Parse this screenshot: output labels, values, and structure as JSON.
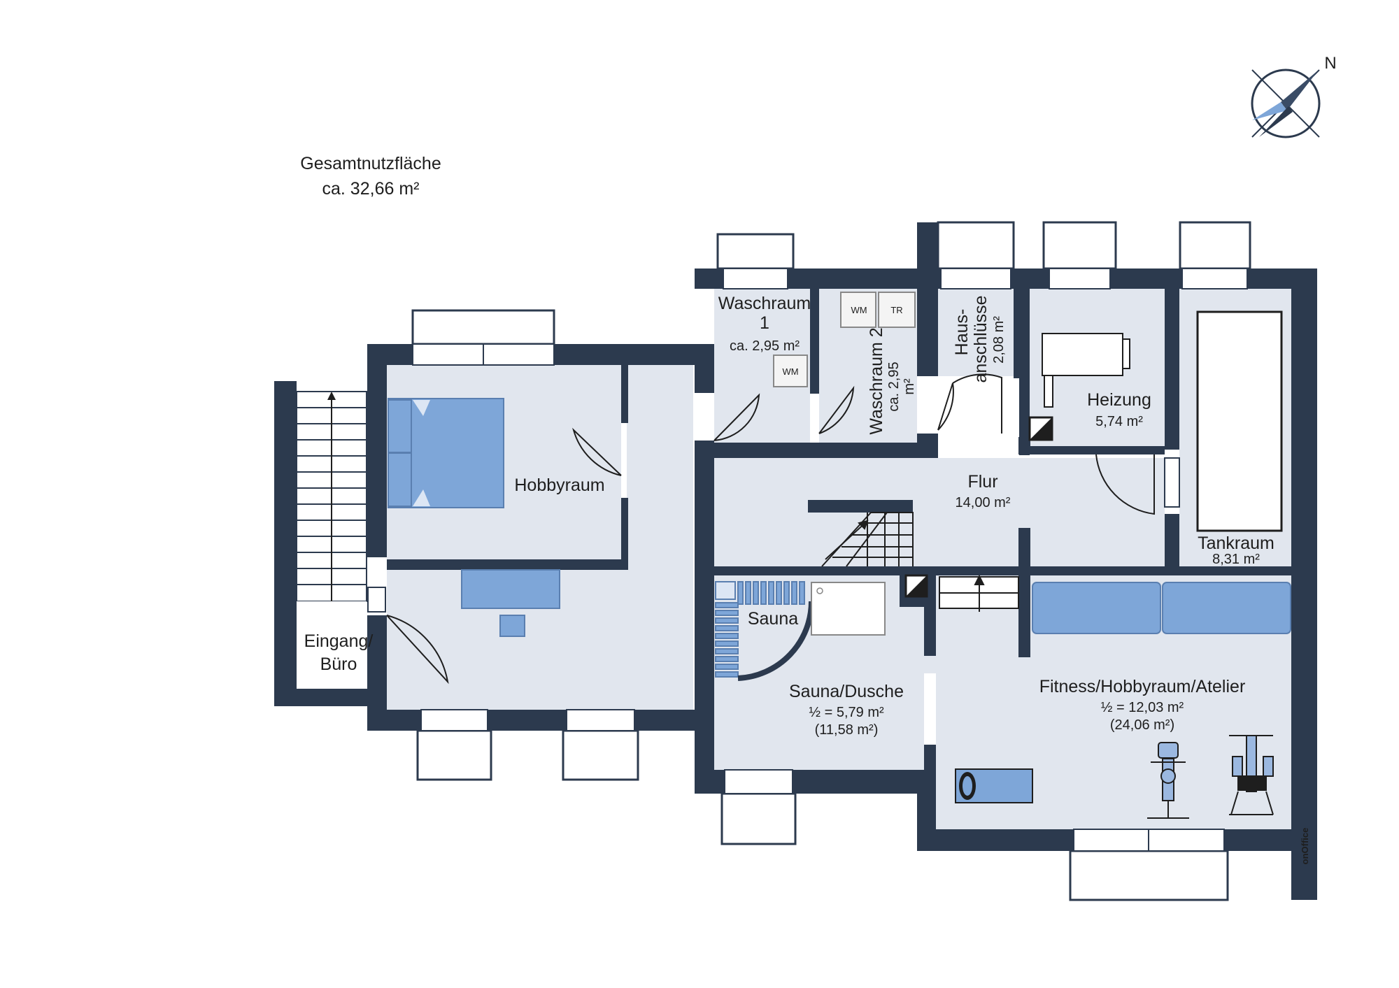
{
  "total_area": {
    "title": "Gesamtnutzfläche",
    "value": "ca. 32,66 m²"
  },
  "compass": {
    "label": "N"
  },
  "rooms": {
    "hobbyraum": {
      "name": "Hobbyraum"
    },
    "eingang": {
      "name_line1": "Eingang/",
      "name_line2": "Büro"
    },
    "waschraum1": {
      "name_line1": "Waschraum",
      "name_line2": "1",
      "area": "ca. 2,95 m²"
    },
    "waschraum2": {
      "name": "Waschraum 2",
      "area_line1": "ca. 2,95",
      "area_line2": "m²"
    },
    "hausanschluesse": {
      "name_line1": "Haus-",
      "name_line2": "anschlüsse",
      "area": "2,08 m²"
    },
    "heizung": {
      "name": "Heizung",
      "area": "5,74 m²"
    },
    "tankraum": {
      "name": "Tankraum",
      "area": "8,31 m²"
    },
    "flur": {
      "name": "Flur",
      "area": "14,00 m²"
    },
    "sauna": {
      "name": "Sauna"
    },
    "sauna_dusche": {
      "name": "Sauna/Dusche",
      "area_half": "½ = 5,79 m²",
      "area_full": "(11,58 m²)"
    },
    "fitness": {
      "name": "Fitness/Hobbyraum/Atelier",
      "area_half": "½ = 12,03 m²",
      "area_full": "(24,06 m²)"
    }
  },
  "appliances": {
    "wm": "WM",
    "tr": "TR"
  },
  "brand": {
    "logo": "onOffice"
  },
  "colors": {
    "wall": "#2c3a4e",
    "floor": "#e1e6ee",
    "furniture": "#7ea6d8",
    "window": "#ffffff"
  }
}
